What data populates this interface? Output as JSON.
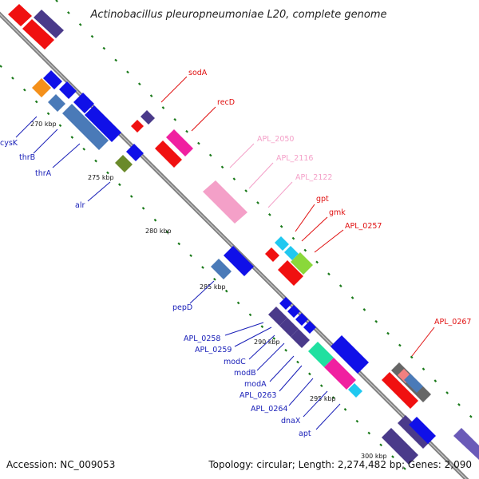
{
  "title": "Actinobacillus pleuropneumoniae L20, complete genome",
  "footer": {
    "accession": "Accession: NC_009053",
    "summary": "Topology: circular; Length: 2,274,482 bp; Genes: 2,090"
  },
  "ruler_ticks": [
    "270 kbp",
    "275 kbp",
    "280 kbp",
    "285 kbp",
    "290 kbp",
    "295 kbp",
    "300 kbp"
  ],
  "gene_labels": {
    "cysK": "cysK",
    "thrB": "thrB",
    "thrA": "thrA",
    "alr": "alr",
    "pepD": "pepD",
    "APL_0258": "APL_0258",
    "APL_0259": "APL_0259",
    "modC": "modC",
    "modB": "modB",
    "modA": "modA",
    "APL_0263": "APL_0263",
    "APL_0264": "APL_0264",
    "dnaX": "dnaX",
    "apt": "apt",
    "sodA": "sodA",
    "recD": "recD",
    "APL_2050": "APL_2050",
    "APL_2116": "APL_2116",
    "APL_2122": "APL_2122",
    "gpt": "gpt",
    "gmk": "gmk",
    "APL_0257": "APL_0257",
    "APL_0267": "APL_0267"
  },
  "colors": {
    "backbone": "#888888",
    "gc_dots": "#1a7a1a",
    "forward_strand": "#1010e8",
    "reverse_strand": "#f01010",
    "pseudogene": "#f4a0c8",
    "cog_purple": "#5a4a9a",
    "cog_steel": "#4a7ab8",
    "cog_orange": "#f4901a",
    "cog_olive": "#6a8a2a",
    "cog_cyan": "#20c8f0",
    "cog_green": "#8ad83a",
    "cog_magenta": "#f020a0",
    "cog_teal": "#20e0a0",
    "cog_gray": "#666666",
    "cog_salmon": "#f08080"
  }
}
